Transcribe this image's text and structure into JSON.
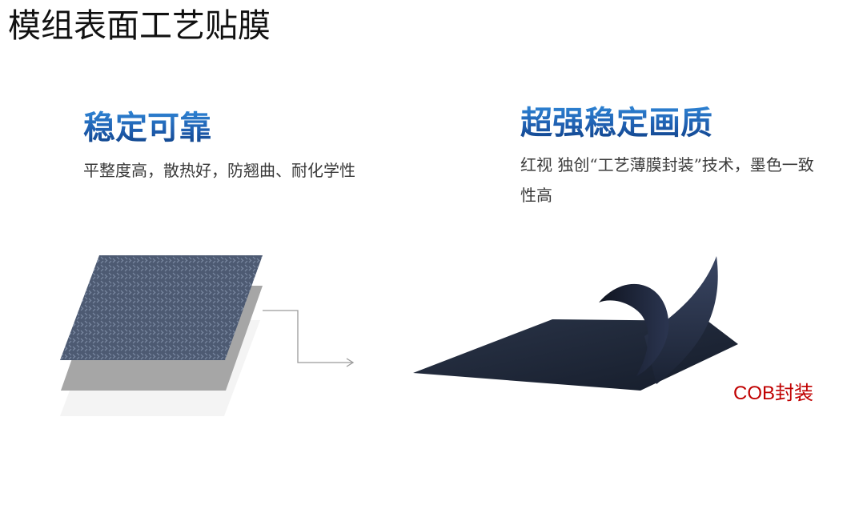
{
  "page": {
    "title": "模组表面工艺贴膜"
  },
  "features": {
    "left": {
      "heading": "稳定可靠",
      "text": "平整度高，散热好，防翘曲、耐化学性"
    },
    "right": {
      "heading": "超强稳定画质",
      "text": "红视 独创“工艺薄膜封装”技术，墨色一致性高"
    }
  },
  "illustration": {
    "caption": "COB封装"
  },
  "colors": {
    "heading_blue": "#1f5fb0",
    "label_red": "#c00000",
    "film_dark": "#1e2636",
    "textured_sheet": "#4a5870",
    "grey_layer": "#a5a5a5"
  }
}
